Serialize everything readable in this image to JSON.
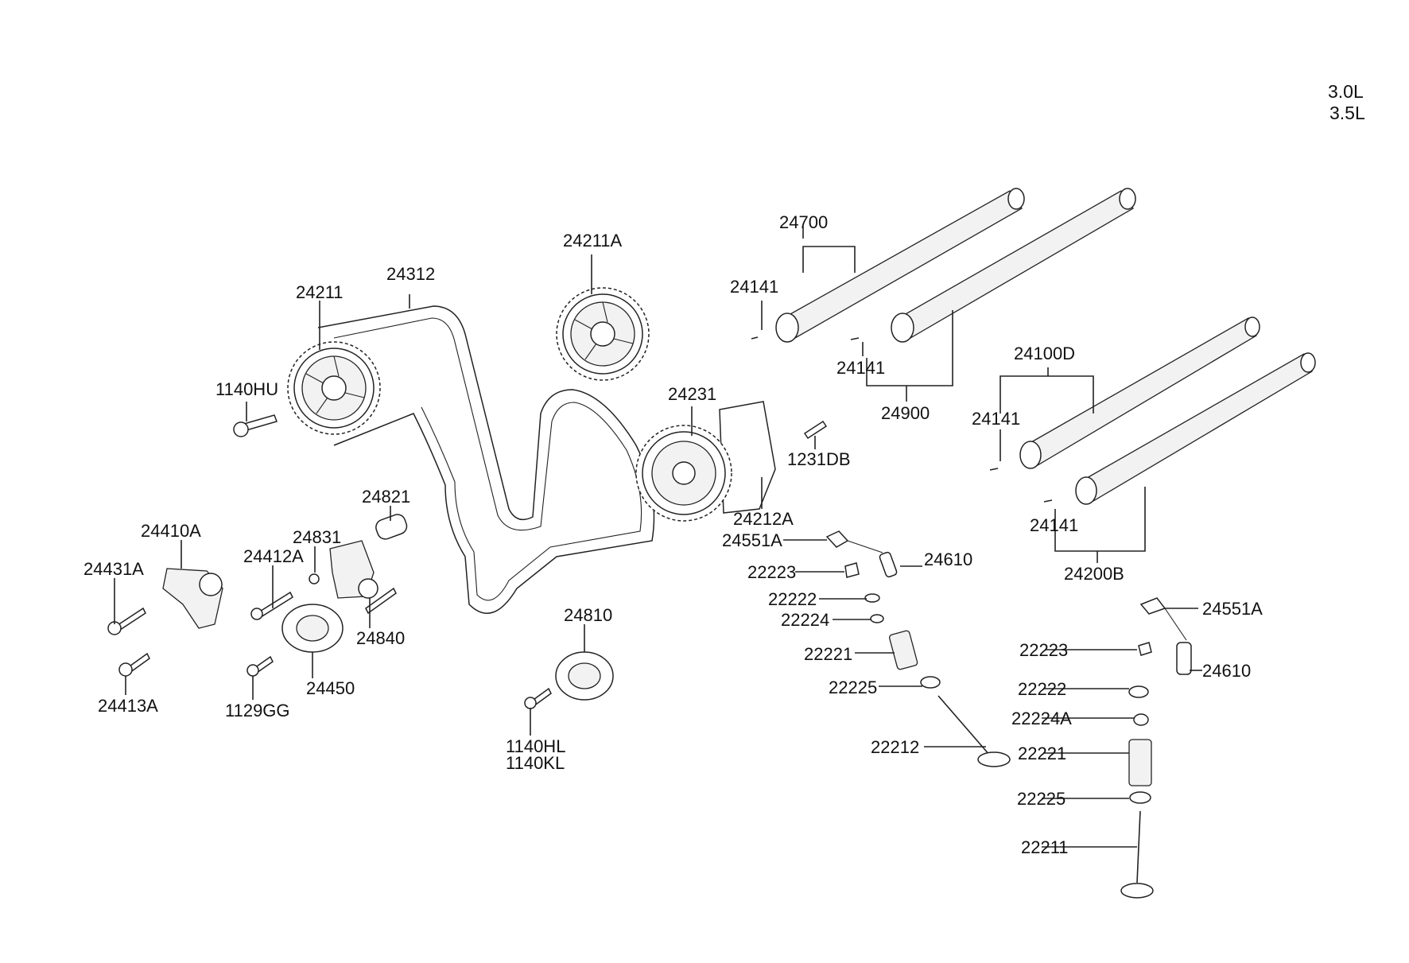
{
  "engine": {
    "line1": "3.0L",
    "line2": "3.5L"
  },
  "parts": {
    "p24700": "24700",
    "p24141_a": "24141",
    "p24141_b": "24141",
    "p24900": "24900",
    "p24100D": "24100D",
    "p24141_c": "24141",
    "p24141_d": "24141",
    "p24200B": "24200B",
    "p24211A": "24211A",
    "p24312": "24312",
    "p24211": "24211",
    "p1140HU": "1140HU",
    "p24231": "24231",
    "p1231DB": "1231DB",
    "p24212A": "24212A",
    "p24551A_a": "24551A",
    "p24610_a": "24610",
    "p22223_a": "22223",
    "p22222_a": "22222",
    "p22224": "22224",
    "p22221_a": "22221",
    "p22225_a": "22225",
    "p22212": "22212",
    "p24551A_b": "24551A",
    "p22223_b": "22223",
    "p24610_b": "24610",
    "p22222_b": "22222",
    "p22224A": "22224A",
    "p22221_b": "22221",
    "p22225_b": "22225",
    "p22211": "22211",
    "p24821": "24821",
    "p24410A": "24410A",
    "p24831": "24831",
    "p24431A": "24431A",
    "p24412A": "24412A",
    "p24840": "24840",
    "p24450": "24450",
    "p24413A": "24413A",
    "p1129GG": "1129GG",
    "p24810": "24810",
    "p1140HL": "1140HL",
    "p1140KL": "1140KL"
  }
}
